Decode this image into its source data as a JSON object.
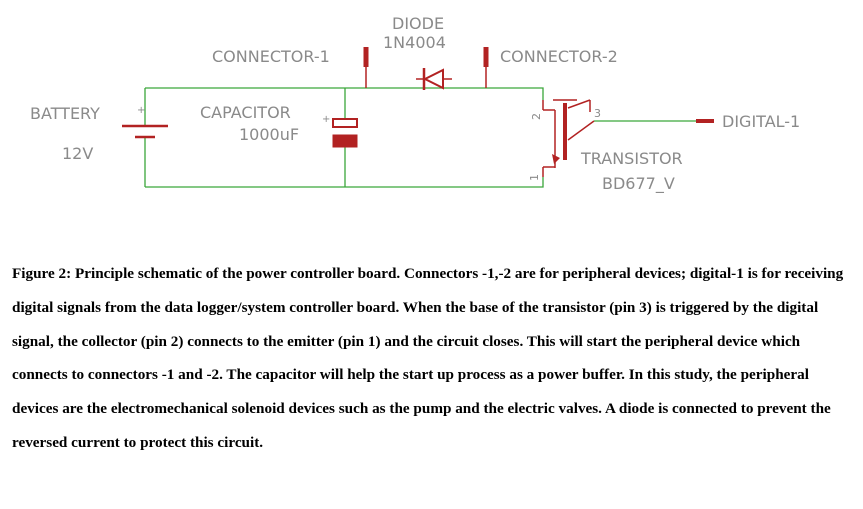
{
  "schematic": {
    "battery": {
      "name": "BATTERY",
      "value": "12V",
      "plus": "+"
    },
    "capacitor": {
      "name": "CAPACITOR",
      "value": "1000uF",
      "plus": "+"
    },
    "connector1": {
      "name": "CONNECTOR-1"
    },
    "connector2": {
      "name": "CONNECTOR-2"
    },
    "diode": {
      "name": "DIODE",
      "value": "1N4004"
    },
    "transistor": {
      "name": "TRANSISTOR",
      "value": "BD677_V",
      "pin_collector": "2",
      "pin_base": "3",
      "pin_emitter": "1"
    },
    "digital": {
      "name": "DIGITAL-1"
    },
    "colors": {
      "wire": "#3aa63a",
      "component": "#b22222",
      "label": "#8a8a8a"
    }
  },
  "caption": {
    "text": "Figure 2: Principle schematic of the power controller board.  Connectors -1,-2 are for peripheral devices; digital-1 is for receiving digital signals from the data logger/system controller board. When the base of the transistor (pin 3) is triggered by the digital signal, the collector (pin 2) connects to the emitter (pin 1) and the circuit closes. This will start the peripheral device which connects to connectors -1 and -2. The capacitor will help the start up process as a power buffer.  In this study, the peripheral devices are the electromechanical solenoid devices such as the pump and the electric valves. A diode is connected to prevent the reversed current to protect this circuit."
  }
}
